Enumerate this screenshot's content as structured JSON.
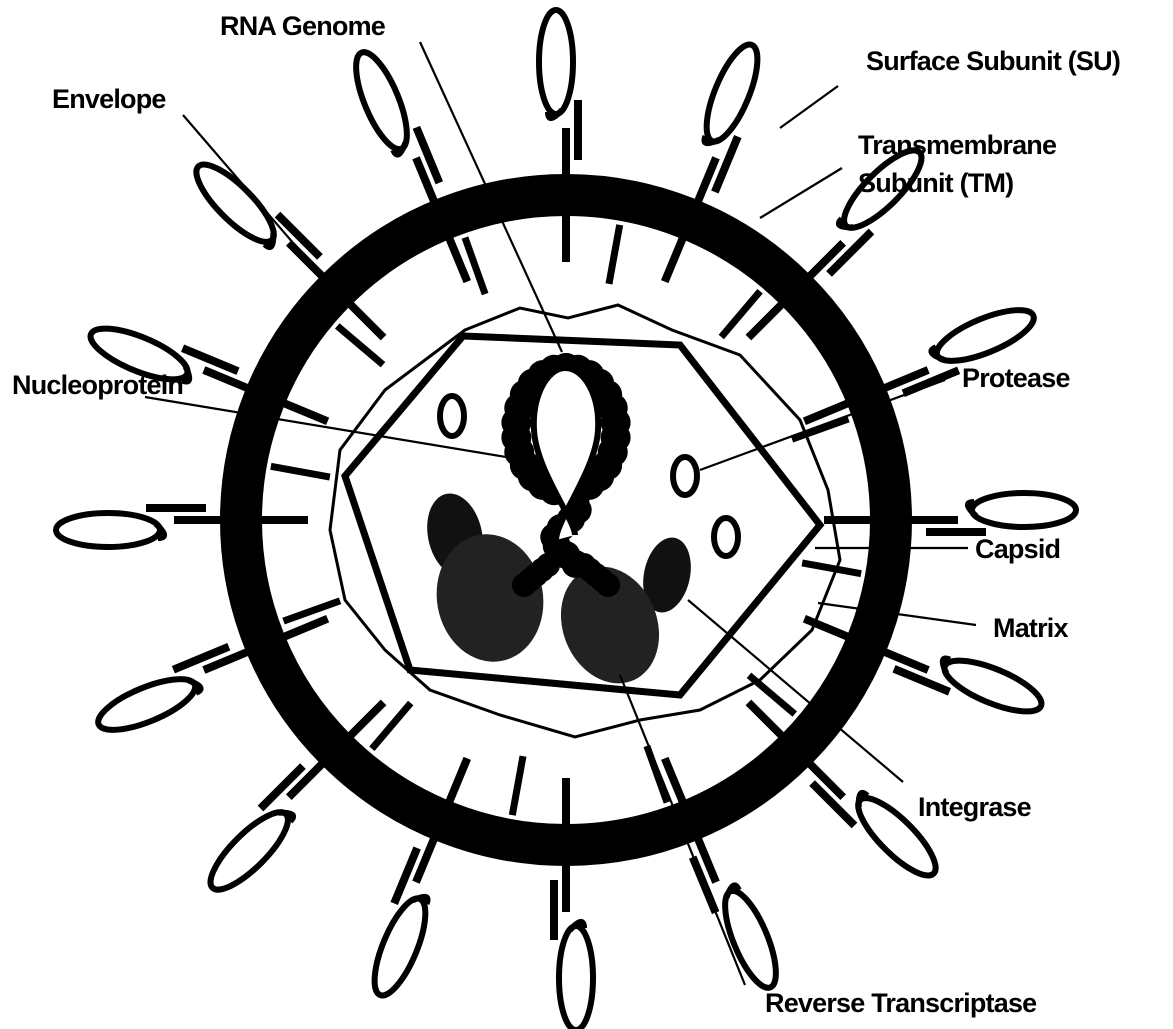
{
  "diagram": {
    "colors": {
      "ink": "#000000",
      "paper": "#ffffff"
    },
    "labels": {
      "rna_genome": "RNA Genome",
      "surface_subunit_su": "Surface Subunit (SU)",
      "envelope": "Envelope",
      "transmembrane_line1": "Transmembrane",
      "transmembrane_line2": "Subunit (TM)",
      "nucleoprotein": "Nucleoprotein",
      "protease": "Protease",
      "capsid": "Capsid",
      "matrix": "Matrix",
      "integrase": "Integrase",
      "reverse_transcriptase": "Reverse Transcriptase"
    }
  }
}
